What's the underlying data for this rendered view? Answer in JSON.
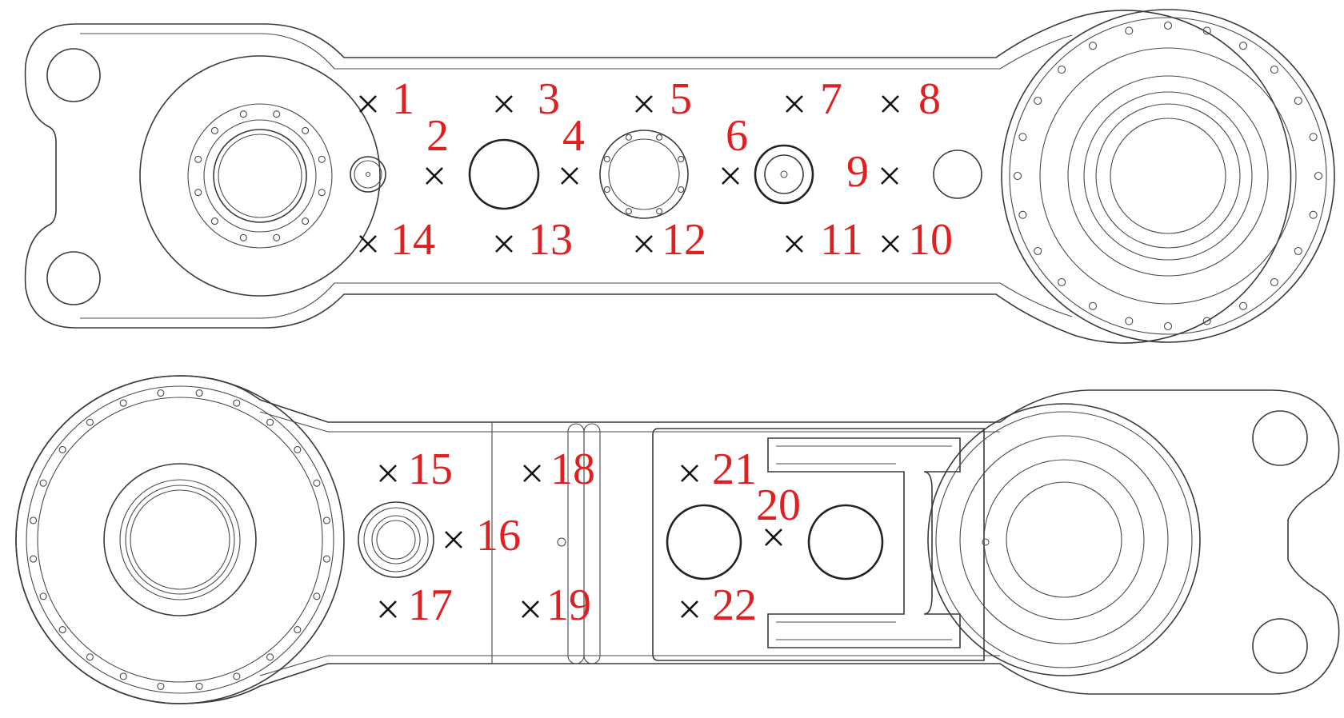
{
  "diagram": {
    "label_color": "#e02020",
    "marker_color": "#111111",
    "line_color": "#3a3a3a",
    "points": [
      {
        "id": "1",
        "text": "1"
      },
      {
        "id": "2",
        "text": "2"
      },
      {
        "id": "3",
        "text": "3"
      },
      {
        "id": "4",
        "text": "4"
      },
      {
        "id": "5",
        "text": "5"
      },
      {
        "id": "6",
        "text": "6"
      },
      {
        "id": "7",
        "text": "7"
      },
      {
        "id": "8",
        "text": "8"
      },
      {
        "id": "9",
        "text": "9"
      },
      {
        "id": "10",
        "text": "10"
      },
      {
        "id": "11",
        "text": "11"
      },
      {
        "id": "12",
        "text": "12"
      },
      {
        "id": "13",
        "text": "13"
      },
      {
        "id": "14",
        "text": "14"
      },
      {
        "id": "15",
        "text": "15"
      },
      {
        "id": "16",
        "text": "16"
      },
      {
        "id": "17",
        "text": "17"
      },
      {
        "id": "18",
        "text": "18"
      },
      {
        "id": "19",
        "text": "19"
      },
      {
        "id": "20",
        "text": "20"
      },
      {
        "id": "21",
        "text": "21"
      },
      {
        "id": "22",
        "text": "22"
      }
    ]
  }
}
